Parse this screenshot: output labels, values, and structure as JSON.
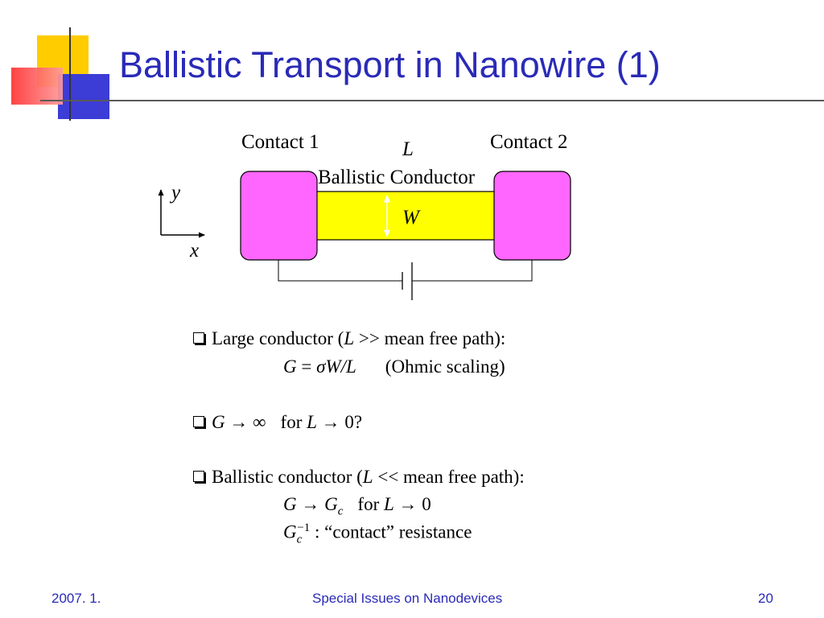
{
  "slide": {
    "title": "Ballistic Transport in Nanowire (1)"
  },
  "diagram": {
    "contact1_label": "Contact 1",
    "contact2_label": "Contact 2",
    "length_label": "L",
    "conductor_label": "Ballistic Conductor",
    "width_label": "W",
    "axis_y_label": "y",
    "axis_x_label": "x",
    "colors": {
      "contact": "#ff66ff",
      "conductor": "#ffff00"
    }
  },
  "bullets": {
    "b1": {
      "pre": "Large conductor (",
      "var": "L",
      "post": " >> mean free path):"
    },
    "b1_eq": {
      "g": "G",
      "eq": " = ",
      "sigma": "σ",
      "wl": "W/L",
      "note": "(Ohmic scaling)"
    },
    "b2": {
      "g": "G",
      "arrow_inf": " → ∞",
      "for": "for ",
      "l": "L",
      "arrow_zero": " → 0?"
    },
    "b3": {
      "pre": "Ballistic conductor (",
      "var": "L",
      "post": " << mean free path):"
    },
    "b3_eq": {
      "g": "G",
      "arrow": " → ",
      "gc": "G",
      "c": "c",
      "for": "for ",
      "l": "L",
      "arrow_zero": " → 0"
    },
    "b3_note": {
      "g": "G",
      "c": "c",
      "exp": "−1",
      "text": " : “contact” resistance"
    }
  },
  "footer": {
    "date": "2007. 1.",
    "course": "Special Issues on Nanodevices",
    "page": "20"
  }
}
